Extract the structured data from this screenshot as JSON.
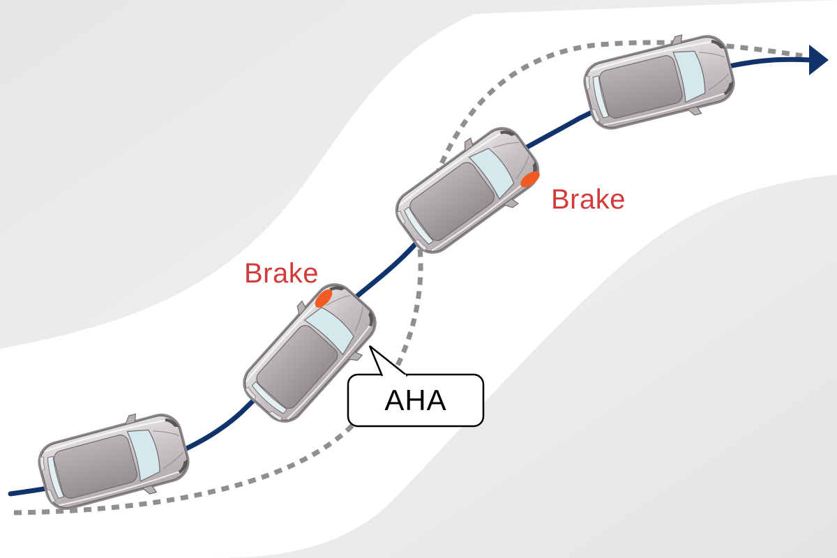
{
  "labels": {
    "brake_first": "Brake",
    "brake_second": "Brake",
    "aha_callout": "AHA"
  },
  "colors": {
    "trajectory": "#11336b",
    "uncontrolled_path": "#8f8f8f",
    "brake_text": "#d33a3a",
    "brake_light": "#f15a22",
    "car_body": "#c9c4c6",
    "car_roof": "#a8a2a5",
    "windshield": "#d4e8ee",
    "road": "#ffffff",
    "ground": "#e8e8e8"
  },
  "icons": [
    "car-icon",
    "arrow-right-icon",
    "callout-icon"
  ]
}
